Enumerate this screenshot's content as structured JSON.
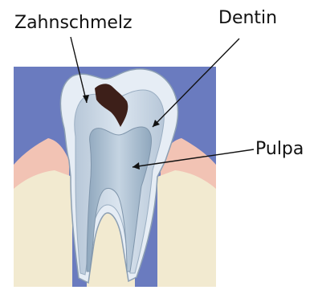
{
  "labels": {
    "enamel": "Zahnschmelz",
    "dentin": "Dentin",
    "pulp": "Pulpa"
  },
  "colors": {
    "background_panel": "#6a7bbf",
    "gum": "#f2c3b4",
    "bone": "#f2ead0",
    "enamel": "#e6edf5",
    "dentin": "#c9d6e3",
    "pulp": "#9fb4c8",
    "caries": "#3d1f19",
    "pointer_line": "#111111"
  }
}
